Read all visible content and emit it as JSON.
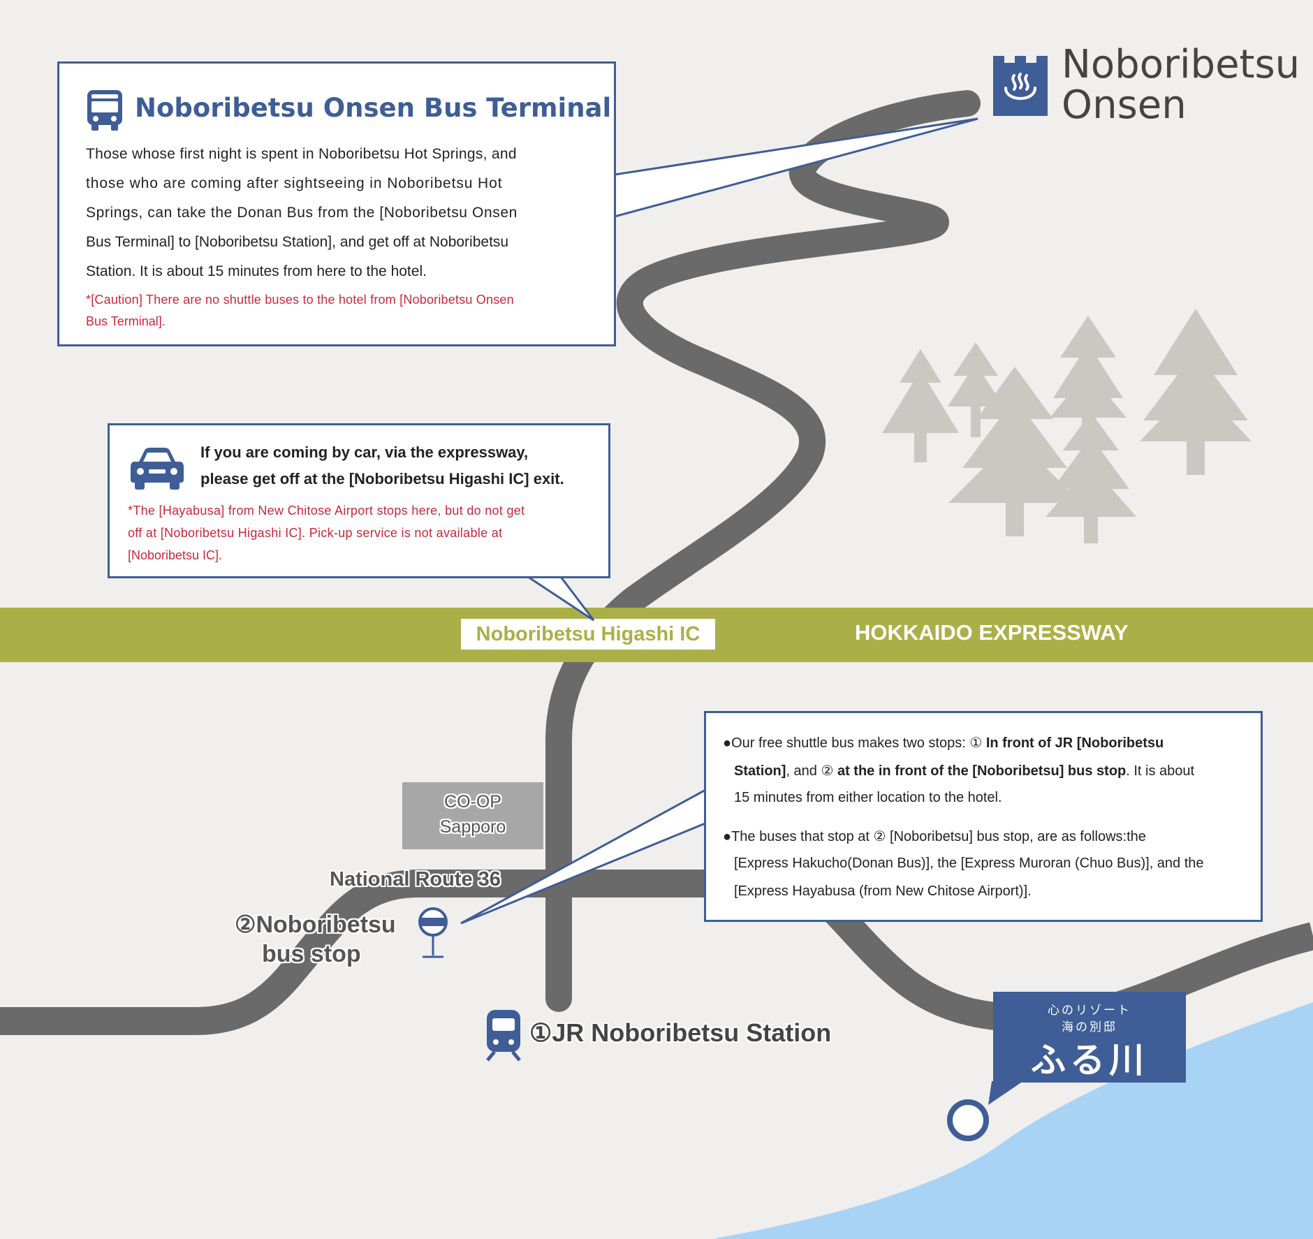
{
  "onsen_logo": {
    "line1": "Noboribetsu",
    "line2": "Onsen",
    "icon": "hot-spring-icon"
  },
  "bus_terminal": {
    "title": "Noboribetsu Onsen Bus Terminal",
    "icon": "bus-icon",
    "lines": [
      "Those whose first night is spent in Noboribetsu Hot Springs, and",
      "those who are coming after sightseeing in Noboribetsu Hot",
      "Springs, can take the Donan Bus from the [Noboribetsu Onsen",
      "Bus Terminal] to [Noboribetsu Station], and get off at Noboribetsu",
      "Station. It is about 15 minutes from here to the hotel."
    ],
    "caution_lines": [
      "*[Caution] There are no shuttle buses to the hotel from [Noboribetsu Onsen",
      "Bus Terminal]."
    ]
  },
  "car": {
    "icon": "car-icon",
    "lines": [
      "If you are coming by car, via the expressway,",
      "please get off at the [Noboribetsu Higashi IC] exit."
    ],
    "note_lines": [
      "*The [Hayabusa] from New Chitose Airport stops here, but do not get",
      "off at [Noboribetsu Higashi IC]. Pick-up service is not available at",
      "[Noboribetsu IC]."
    ]
  },
  "expressway": {
    "ic_label": "Noboribetsu Higashi IC",
    "name": "HOKKAIDO EXPRESSWAY"
  },
  "coop": {
    "line1": "CO-OP",
    "line2": "Sapporo"
  },
  "route36": "National Route 36",
  "bus_stop": {
    "line1": "②Noboribetsu",
    "line2": "bus stop",
    "icon": "bus-stop-icon"
  },
  "station": {
    "label": "①JR Noboribetsu Station",
    "icon": "train-icon"
  },
  "shuttle": {
    "p1": {
      "a": "●Our free shuttle bus makes two stops: ① ",
      "b": "In front of JR [Noboribetsu",
      "c": "Station]",
      "d": ", and ② ",
      "e": "at the in front of the  [Noboribetsu] bus stop",
      "f": ". It is about",
      "g": "15 minutes from either location to the hotel."
    },
    "p2_lines": [
      "●The buses that stop at ② [Noboribetsu] bus stop, are as follows:the",
      "[Express Hakucho(Donan Bus)], the [Express Muroran (Chuo Bus)], and the",
      "[Express Hayabusa (from New Chitose Airport)]."
    ]
  },
  "hotel": {
    "line1": "心のリゾート",
    "line2": "海の別邸",
    "name": "ふる川"
  },
  "colors": {
    "background": "#f0efed",
    "road": "#6a6a6a",
    "expressway": "#aab047",
    "accent_blue": "#3f5d96",
    "caution_red": "#c8283a",
    "sea": "#a9d3f5",
    "trees": "#cbc7c2"
  }
}
